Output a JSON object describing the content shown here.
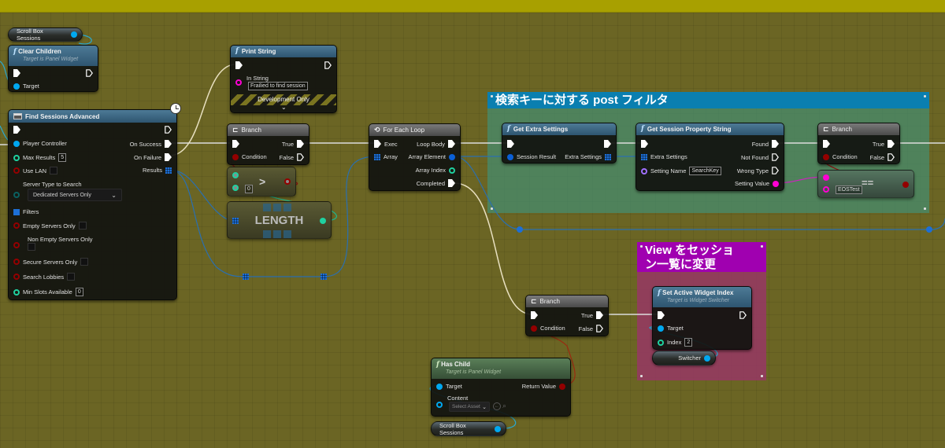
{
  "colors": {
    "exec": "#ffffff",
    "object": "#00a8f0",
    "struct": "#0a5fd6",
    "integer": "#1fd1a0",
    "boolean": "#940000",
    "string": "#ff00d4",
    "name": "#a070ff",
    "comment_filter": "#0080b0",
    "comment_view": "#a000b0"
  },
  "comments": {
    "filter": {
      "title": "検索キーに対する post フィルタ"
    },
    "view": {
      "title": "View をセッション一覧に変更"
    }
  },
  "nodes": {
    "scroll_box_top": {
      "label": "Scroll Box Sessions"
    },
    "clear_children": {
      "title": "Clear Children",
      "subtitle": "Target is Panel Widget",
      "pins": {
        "target": "Target"
      }
    },
    "find_sessions": {
      "title": "Find Sessions Advanced",
      "pins": {
        "player_controller": "Player Controller",
        "max_results": "Max Results",
        "max_results_value": "5",
        "use_lan": "Use LAN",
        "server_type": "Server Type to Search",
        "server_type_value": "Dedicated Servers Only",
        "filters": "Filters",
        "empty_servers": "Empty Servers Only",
        "non_empty_servers": "Non Empty Servers Only",
        "secure_servers": "Secure Servers Only",
        "search_lobbies": "Search Lobbies",
        "min_slots": "Min Slots Available",
        "min_slots_value": "0",
        "on_success": "On Success",
        "on_failure": "On Failure",
        "results": "Results"
      }
    },
    "print_string": {
      "title": "Print String",
      "pins": {
        "in_string": "In String",
        "in_string_value": "Frailied to find session"
      },
      "dev_only": "Development Only"
    },
    "branch_1": {
      "title": "Branch",
      "pins": {
        "condition": "Condition",
        "true": "True",
        "false": "False"
      }
    },
    "greater": {
      "op": ">",
      "value": "0"
    },
    "length": {
      "label": "LENGTH"
    },
    "for_each": {
      "title": "For Each Loop",
      "pins": {
        "exec": "Exec",
        "array": "Array",
        "loop_body": "Loop Body",
        "array_element": "Array Element",
        "array_index": "Array Index",
        "completed": "Completed"
      }
    },
    "get_extra_settings": {
      "title": "Get Extra Settings",
      "pins": {
        "session_result": "Session Result",
        "extra_settings": "Extra Settings"
      }
    },
    "get_session_property": {
      "title": "Get Session Property String",
      "pins": {
        "extra_settings": "Extra Settings",
        "setting_name": "Setting Name",
        "setting_name_value": "SearchKey",
        "found": "Found",
        "not_found": "Not Found",
        "wrong_type": "Wrong Type",
        "setting_value": "Setting Value"
      }
    },
    "branch_2": {
      "title": "Branch",
      "pins": {
        "condition": "Condition",
        "true": "True",
        "false": "False"
      }
    },
    "equals": {
      "op": "==",
      "value": "EOSTest"
    },
    "branch_3": {
      "title": "Branch",
      "pins": {
        "condition": "Condition",
        "true": "True",
        "false": "False"
      }
    },
    "set_active_widget": {
      "title": "Set Active Widget Index",
      "subtitle": "Target is Widget Switcher",
      "pins": {
        "target": "Target",
        "index": "Index",
        "index_value": "2"
      }
    },
    "switcher": {
      "label": "Switcher"
    },
    "has_child": {
      "title": "Has Child",
      "subtitle": "Target is Panel Widget",
      "pins": {
        "target": "Target",
        "content": "Content",
        "content_value": "Select Asset",
        "return_value": "Return Value"
      }
    },
    "scroll_box_bottom": {
      "label": "Scroll Box Sessions"
    }
  }
}
